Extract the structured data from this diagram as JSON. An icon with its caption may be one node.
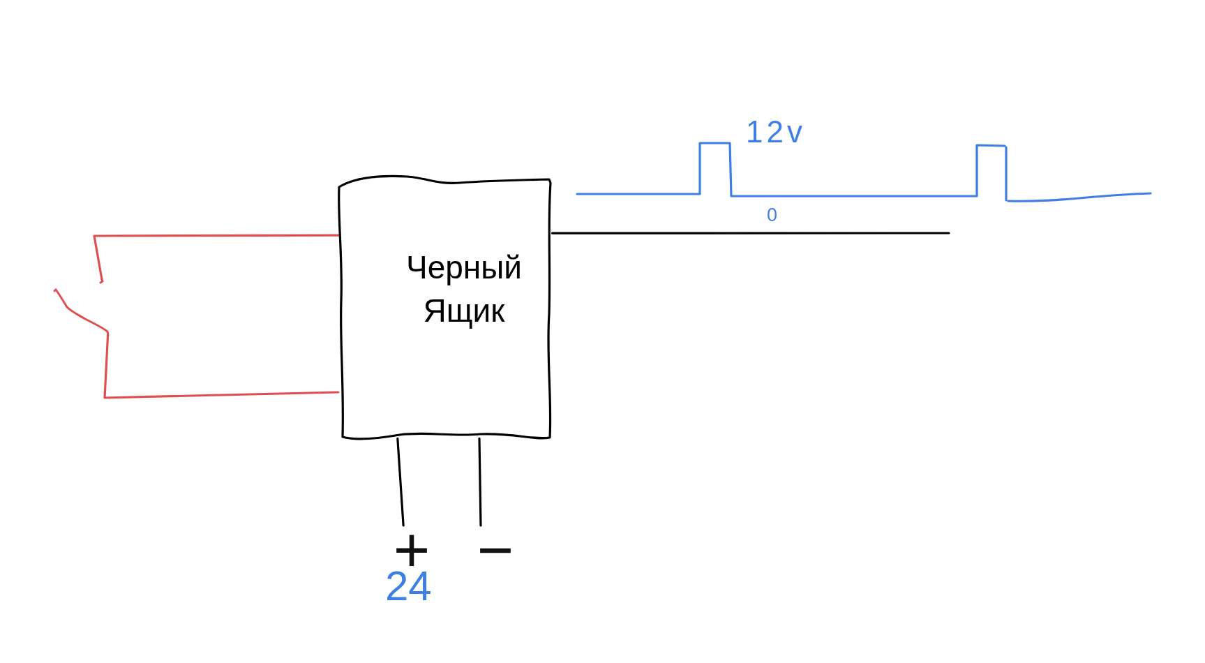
{
  "diagram": {
    "nodes": [
      {
        "text": [
          "Черный Ящик"
        ]
      },
      {
        "text": [],
        "shape": "switch"
      },
      {
        "text": [
          "+"
        ],
        "beside": [
          "24"
        ]
      },
      {
        "text": [
          "−"
        ]
      }
    ],
    "edges": [
      {
        "from": 0,
        "to": 1,
        "arrow": "none",
        "color": "#dd4f50"
      },
      {
        "from": 0,
        "to": 1,
        "arrow": "none",
        "color": "#dd4f50"
      },
      {
        "from": 0,
        "to": null,
        "arrow": "none"
      },
      {
        "from": 0,
        "to": 2,
        "arrow": "none"
      },
      {
        "from": 0,
        "to": 3,
        "arrow": "none"
      }
    ],
    "labels": [
      "12v",
      "0"
    ]
  }
}
